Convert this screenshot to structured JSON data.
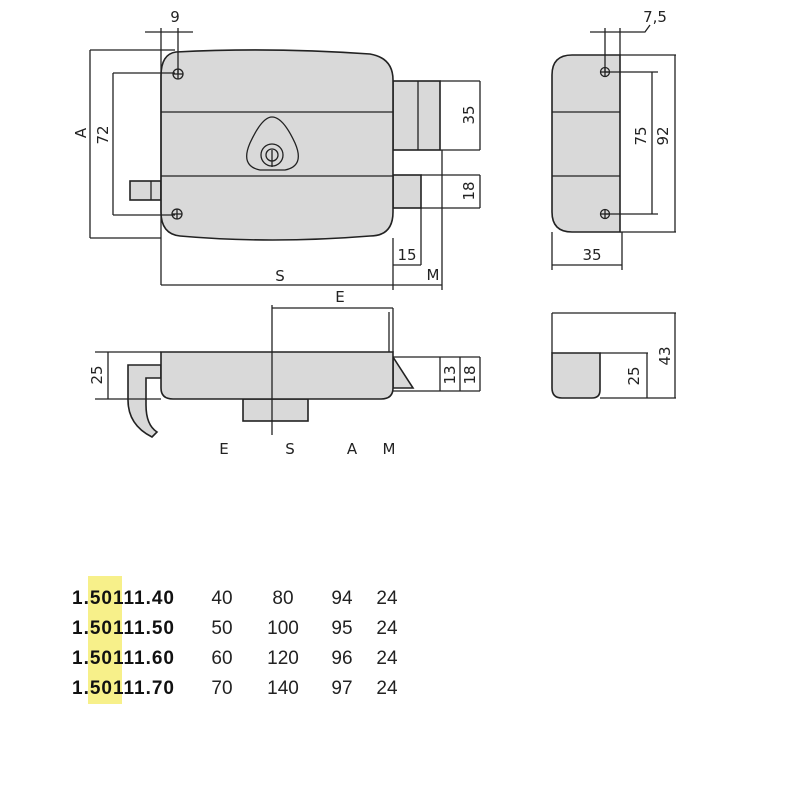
{
  "front_view": {
    "dim_hole_offset": "9",
    "dim_A": "A",
    "dim_hole_spacing": "72",
    "dim_deadbolt": "35",
    "dim_latch": "18",
    "dim_latch_throw": "15",
    "dim_M": "M",
    "dim_S": "S"
  },
  "top_view": {
    "dim_E": "E",
    "dim_depth": "25",
    "dim_latch_13": "13",
    "dim_latch_18": "18"
  },
  "column_headers": [
    "E",
    "S",
    "A",
    "M"
  ],
  "side_view": {
    "dim_hole_offset": "7,5",
    "dim_hole_spacing": "75",
    "dim_height": "92",
    "dim_width": "35"
  },
  "keeper_view": {
    "dim_inner": "25",
    "dim_outer": "43"
  },
  "table": {
    "highlight_color": "#f7f08a",
    "rows": [
      {
        "code": "1.50111.40",
        "E": "40",
        "S": "80",
        "A": "94",
        "M": "24"
      },
      {
        "code": "1.50111.50",
        "E": "50",
        "S": "100",
        "A": "95",
        "M": "24"
      },
      {
        "code": "1.50111.60",
        "E": "60",
        "S": "120",
        "A": "96",
        "M": "24"
      },
      {
        "code": "1.50111.70",
        "E": "70",
        "S": "140",
        "A": "97",
        "M": "24"
      }
    ]
  }
}
